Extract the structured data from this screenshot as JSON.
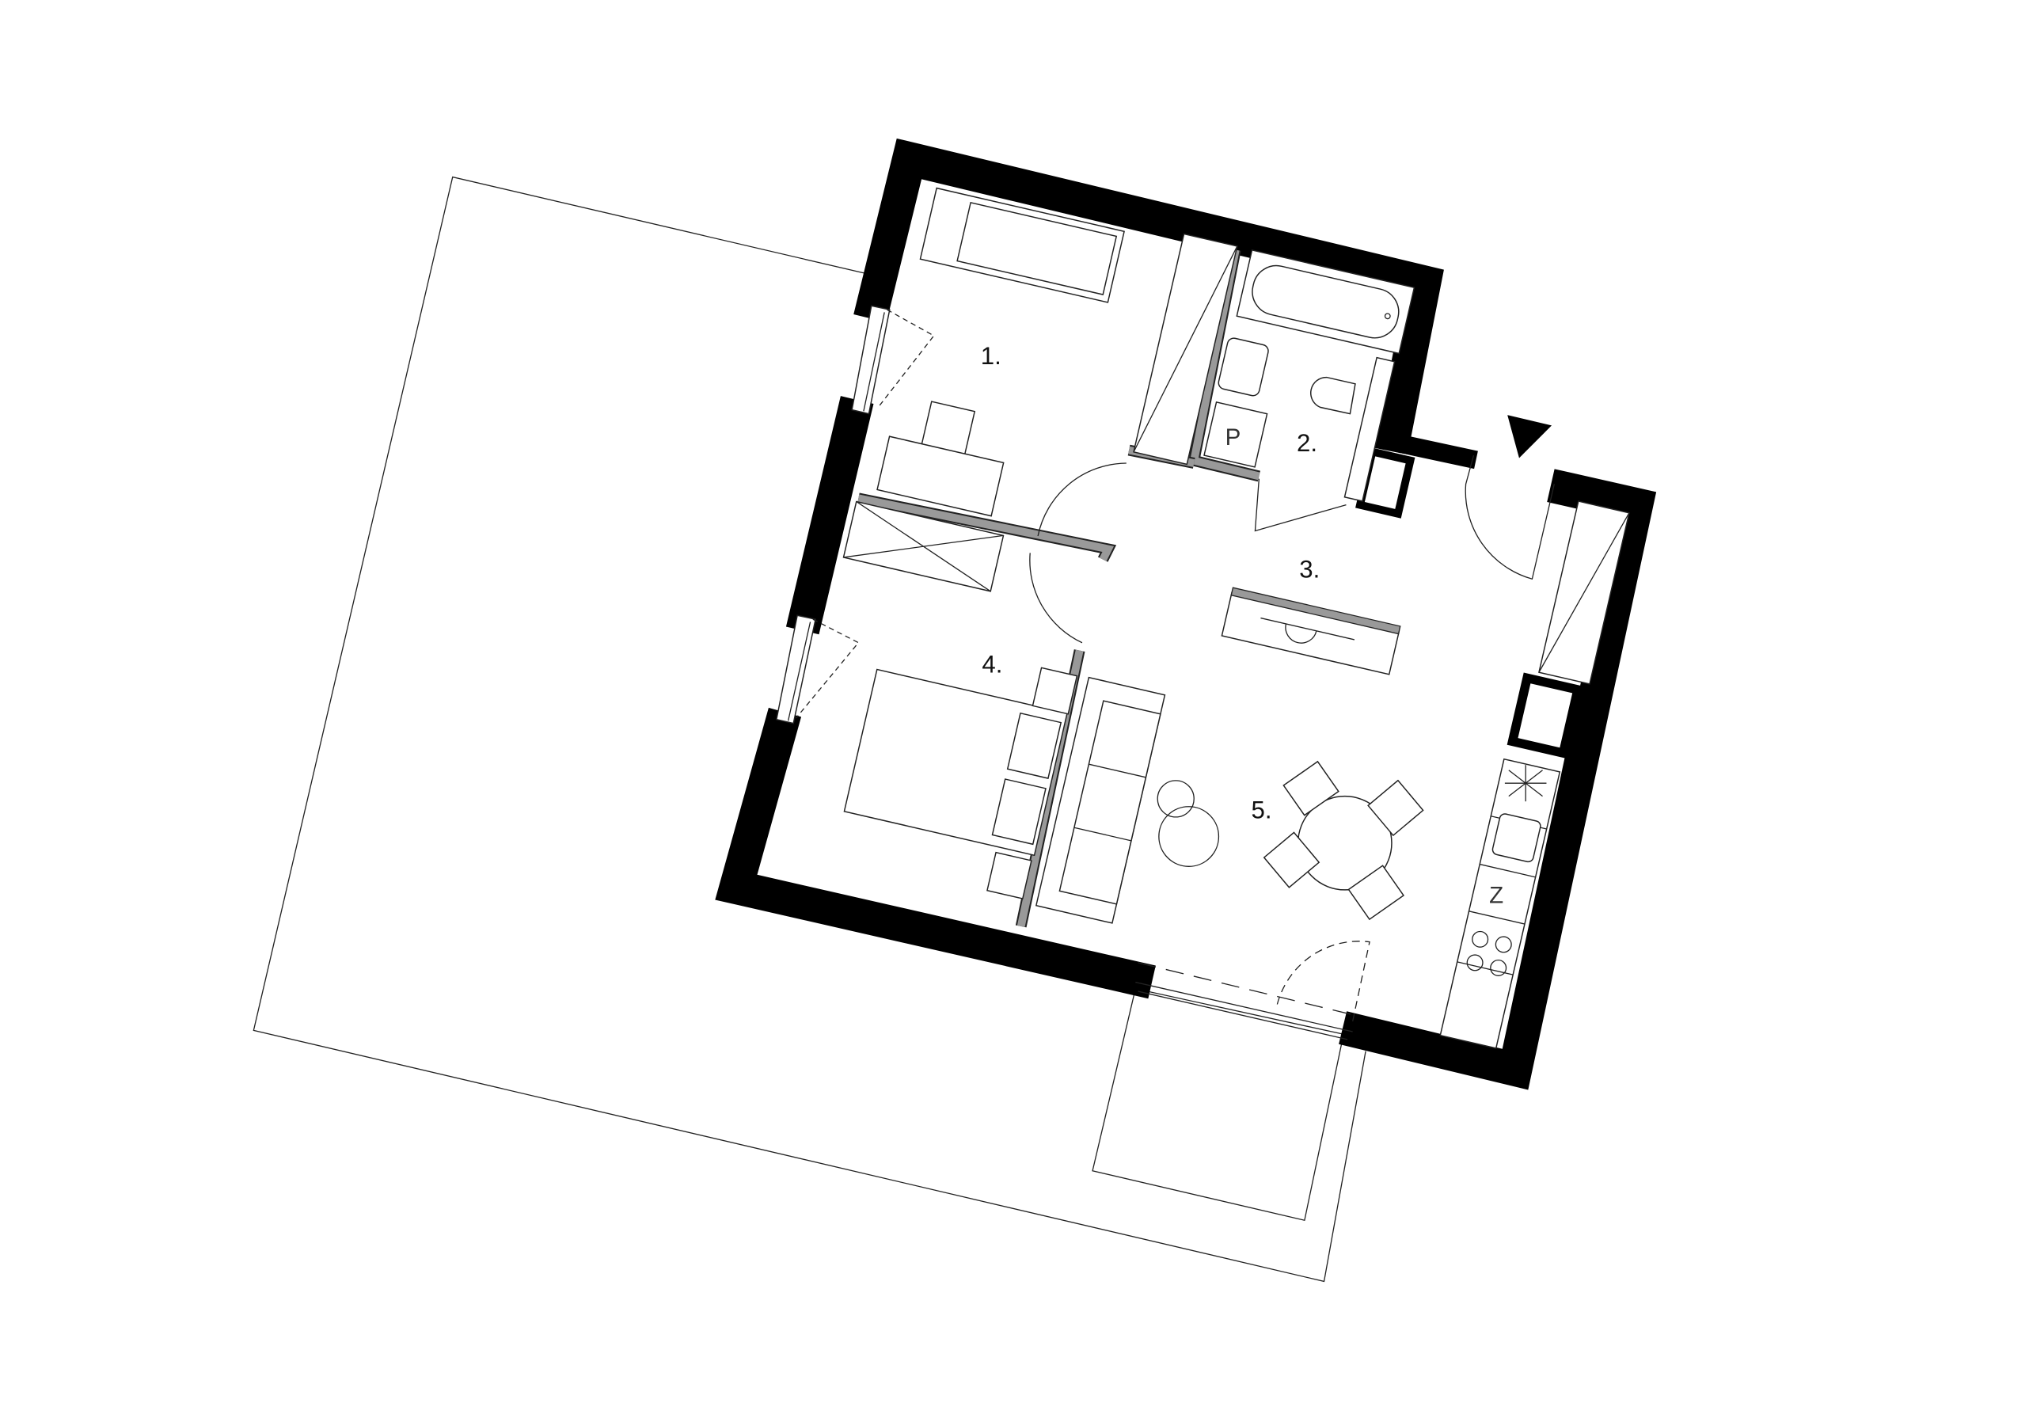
{
  "rooms": [
    {
      "label": "1."
    },
    {
      "label": "2."
    },
    {
      "label": "3."
    },
    {
      "label": "4."
    },
    {
      "label": "5."
    }
  ],
  "symbols": {
    "washer": "P",
    "fridge": "Z"
  },
  "colors": {
    "wall": "#000000",
    "partition": "#999999",
    "line": "#222222"
  }
}
